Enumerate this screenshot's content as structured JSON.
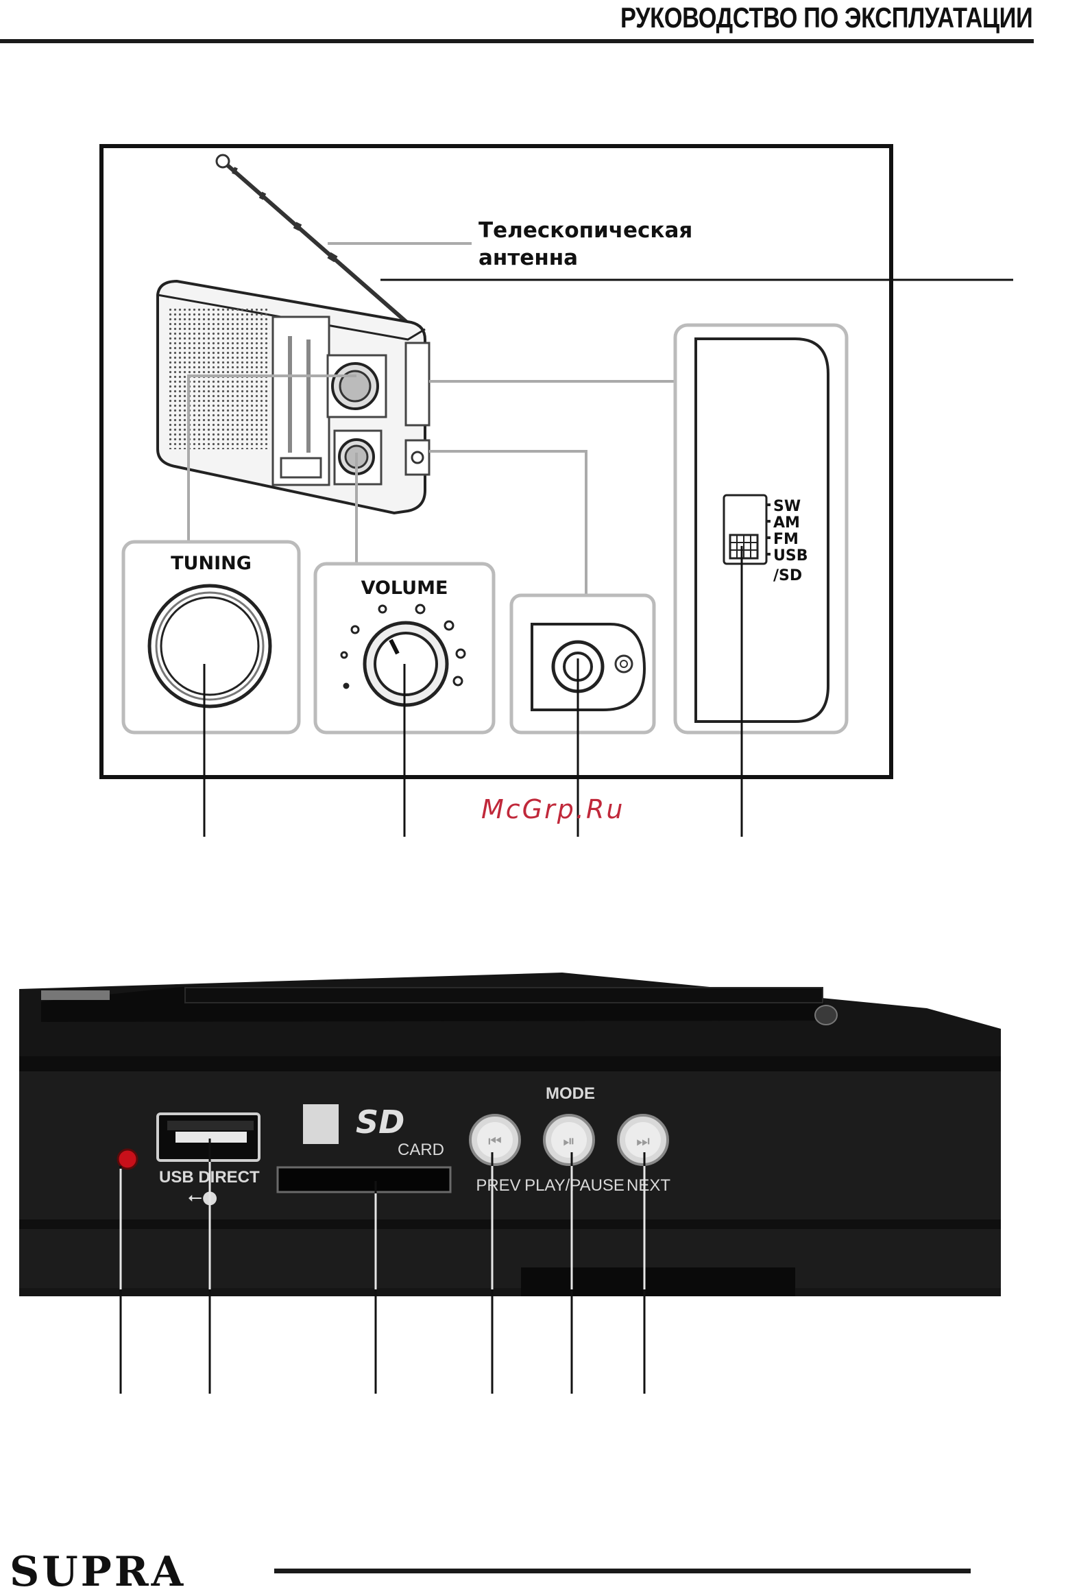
{
  "header": {
    "title": "РУКОВОДСТВО ПО ЭКСПЛУАТАЦИИ"
  },
  "diagram": {
    "antenna_label": [
      "Телескопическая",
      "антенна"
    ],
    "tuning_label": "TUNING",
    "volume_label": "VOLUME",
    "band_labels": [
      "SW",
      "AM",
      "FM",
      "USB",
      "/SD"
    ]
  },
  "photo": {
    "usb_label": "USB DIRECT",
    "sd_logo": "SD",
    "card_label": "CARD",
    "mode_label": "MODE",
    "prev_label": "PREV",
    "play_pause_label": "PLAY/PAUSE",
    "next_label": "NEXT"
  },
  "watermark": "McGrp.Ru",
  "footer": {
    "brand": "SUPRA"
  },
  "colors": {
    "rule": "#1a1a1a",
    "watermark": "#c0283a",
    "indicator_led": "#c8101a",
    "device_body": "#1c1c1c"
  }
}
